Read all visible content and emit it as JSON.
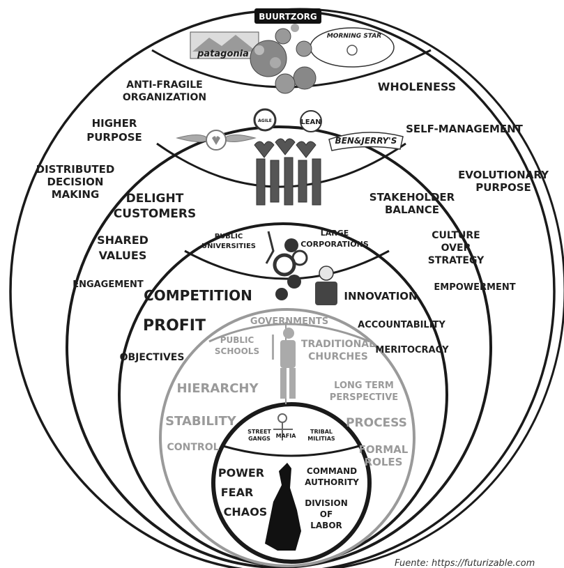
{
  "logos": {
    "buurtzorg": "BUURTZORG",
    "patagonia": "patagonia",
    "morning_star": "MORNING STAR",
    "ben_jerrys": "BEN&JERRY'S",
    "agile": "AGILE",
    "lean": "LEAN"
  },
  "teal": {
    "anti_fragile_1": "ANTI-FRAGILE",
    "anti_fragile_2": "ORGANIZATION",
    "wholeness": "WHOLENESS",
    "higher_purpose_1": "HIGHER",
    "higher_purpose_2": "PURPOSE",
    "self_management": "SELF-MANAGEMENT",
    "distributed_1": "DISTRIBUTED",
    "distributed_2": "DECISION",
    "distributed_3": "MAKING",
    "evolutionary_1": "EVOLUTIONARY",
    "evolutionary_2": "PURPOSE"
  },
  "green": {
    "delight_1": "DELIGHT",
    "delight_2": "CUSTOMERS",
    "stakeholder_1": "STAKEHOLDER",
    "stakeholder_2": "BALANCE",
    "shared_1": "SHARED",
    "shared_2": "VALUES",
    "culture_1": "CULTURE",
    "culture_2": "OVER",
    "culture_3": "STRATEGY",
    "engagement": "ENGAGEMENT",
    "empowerment": "EMPOWERMENT"
  },
  "orange": {
    "public_univ_1": "PUBLIC",
    "public_univ_2": "UNIVERSITIES",
    "large_corp_1": "LARGE",
    "large_corp_2": "CORPORATIONS",
    "competition": "COMPETITION",
    "innovation": "INNOVATION",
    "profit": "PROFIT",
    "accountability": "ACCOUNTABILITY",
    "objectives": "OBJECTIVES",
    "meritocracy": "MERITOCRACY"
  },
  "amber": {
    "governments": "GOVERNMENTS",
    "public_schools_1": "PUBLIC",
    "public_schools_2": "SCHOOLS",
    "trad_churches_1": "TRADITIONAL",
    "trad_churches_2": "CHURCHES",
    "hierarchy": "HIERARCHY",
    "long_term_1": "LONG TERM",
    "long_term_2": "PERSPECTIVE",
    "stability": "STABILITY",
    "process": "PROCESS",
    "control": "CONTROL",
    "formal_roles_1": "FORMAL",
    "formal_roles_2": "ROLES"
  },
  "red": {
    "street_gangs_1": "STREET",
    "street_gangs_2": "GANGS",
    "mafia": "MAFIA",
    "tribal_1": "TRIBAL",
    "tribal_2": "MILITIAS",
    "power": "POWER",
    "fear": "FEAR",
    "chaos": "CHAOS",
    "command_1": "COMMAND",
    "command_2": "AUTHORITY",
    "division_1": "DIVISION",
    "division_2": "OF",
    "division_3": "LABOR"
  },
  "credit": "Fuente: https://futurizable.com"
}
